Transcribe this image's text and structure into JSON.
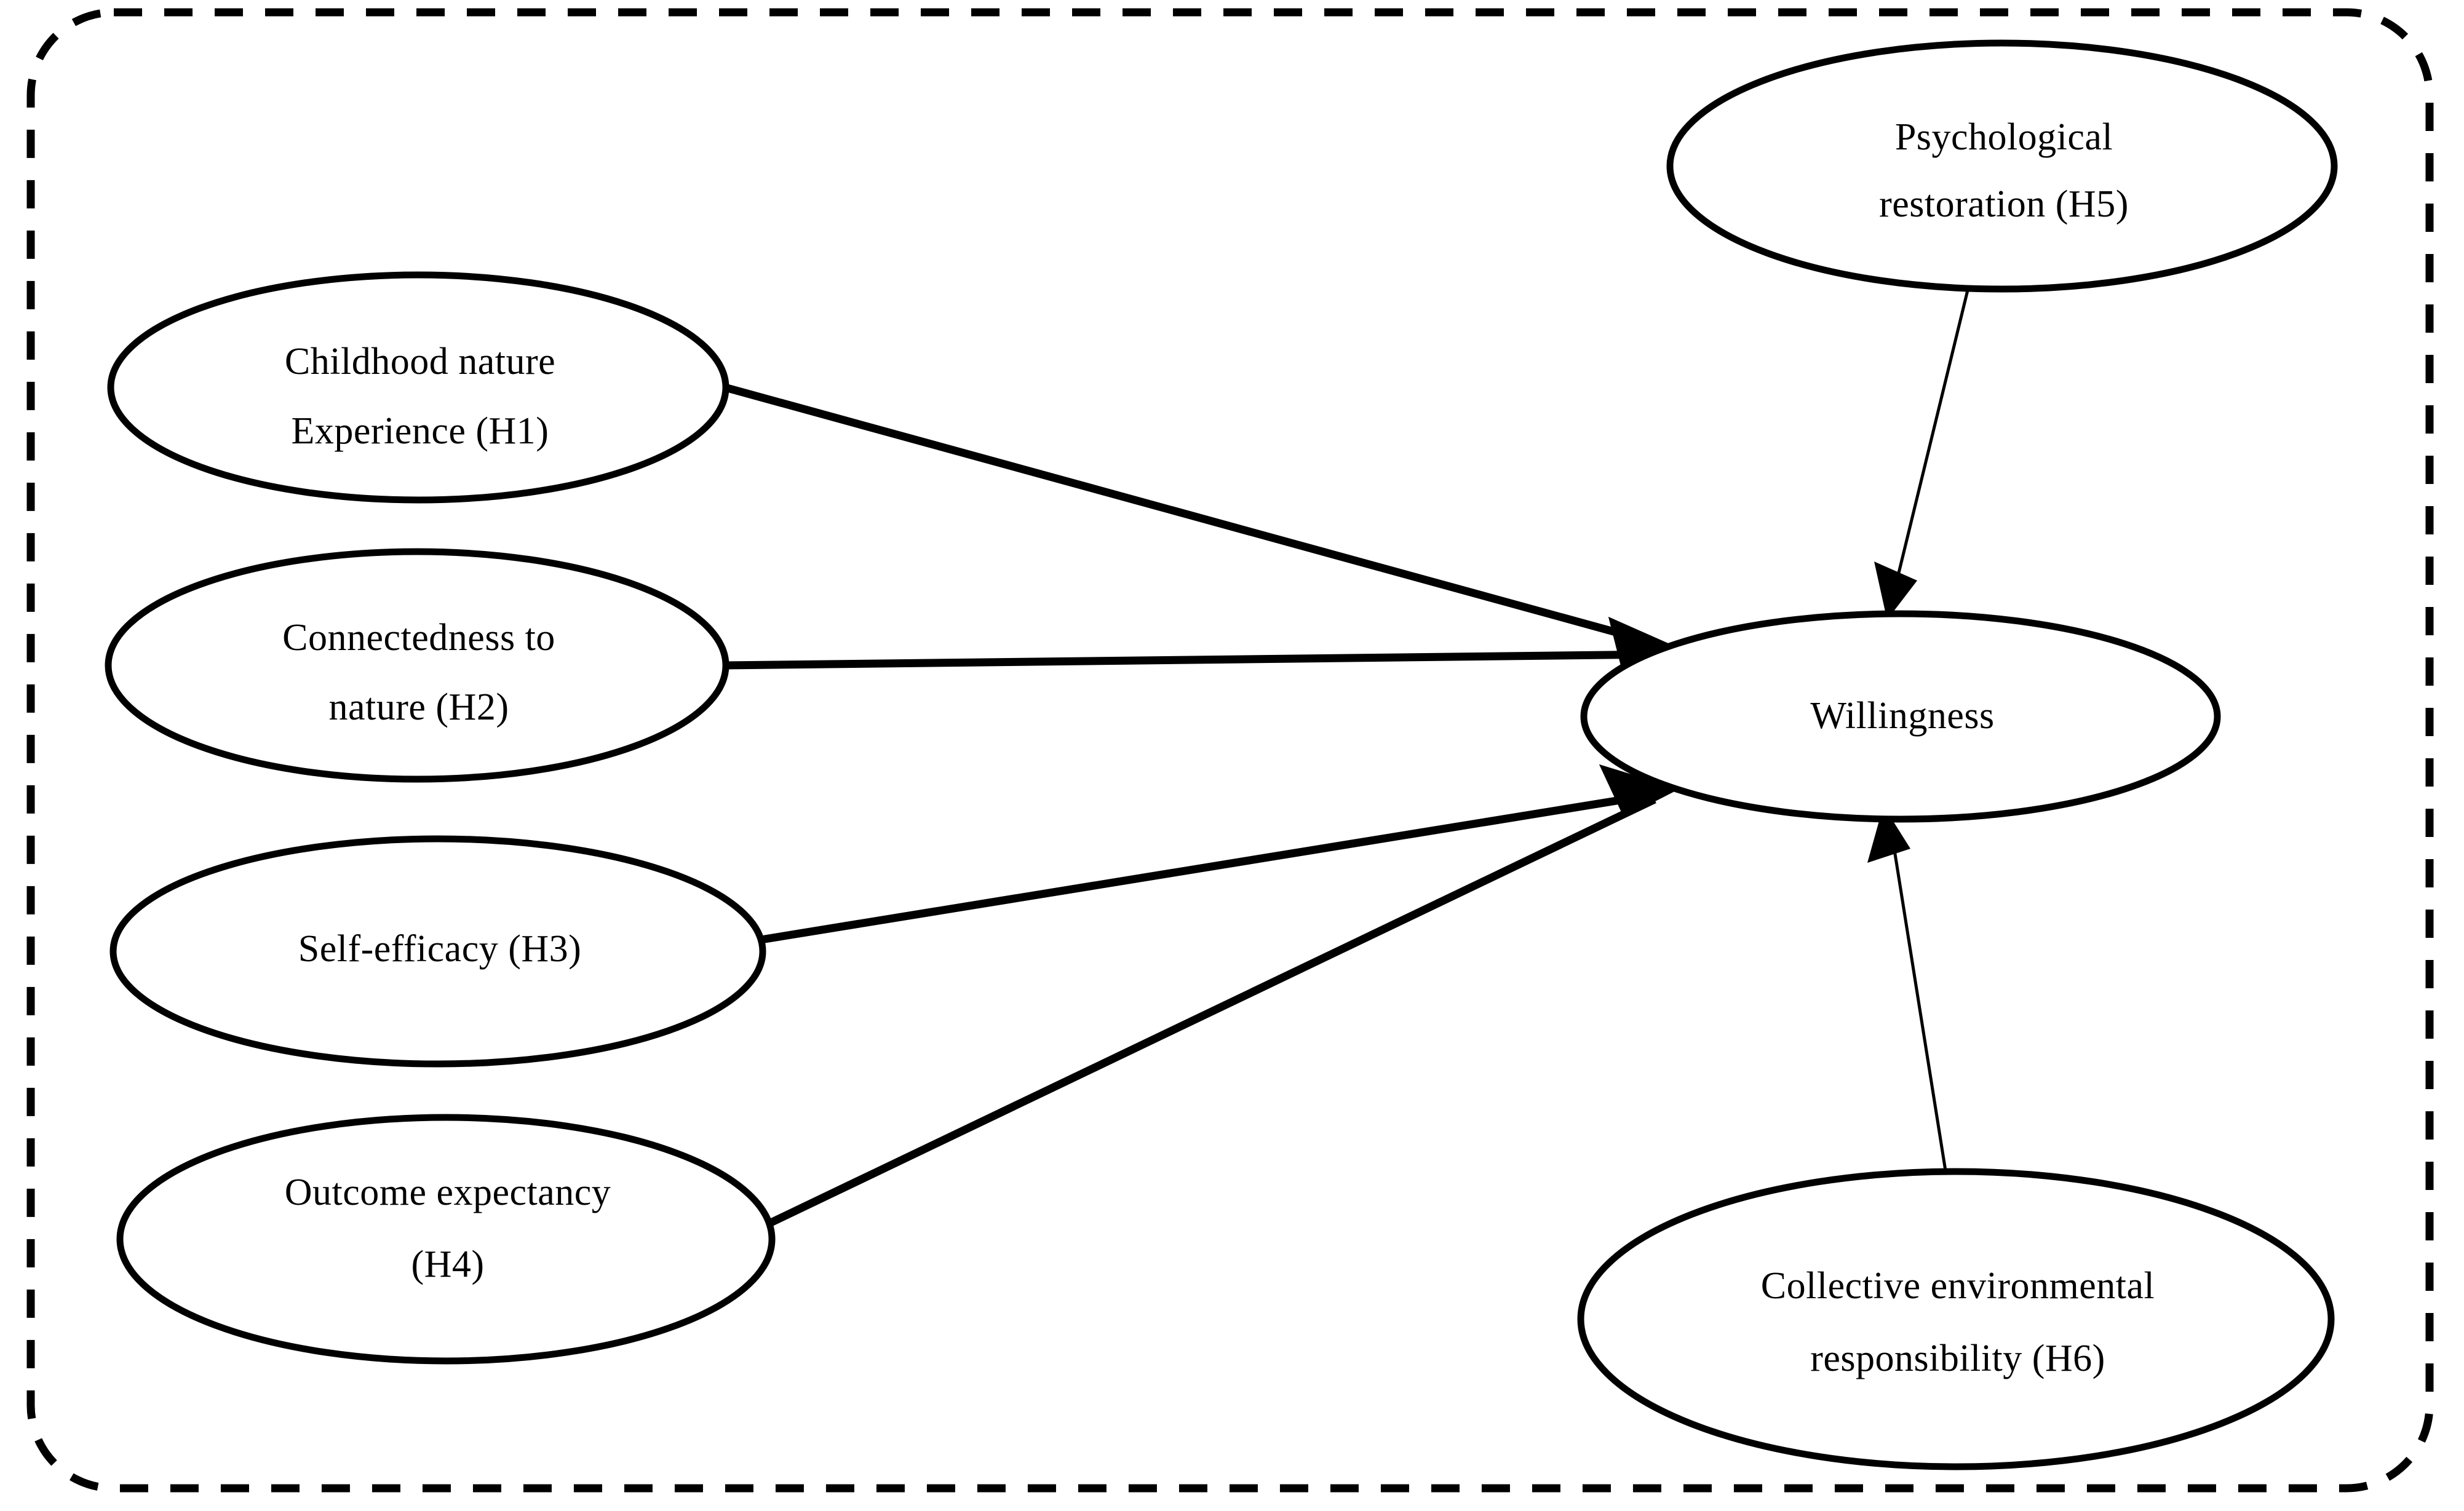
{
  "diagram": {
    "type": "conceptual-path-model",
    "boundary": {
      "style": "dashed",
      "color": "#000000"
    },
    "colors": {
      "stroke": "#000000",
      "fill": "#ffffff",
      "background": "#ffffff"
    },
    "nodes": [
      {
        "id": "h1",
        "lines": [
          "Childhood nature",
          "Experience (H1)"
        ],
        "line1": "Childhood nature",
        "line2": "Experience (H1)",
        "hypothesis": "H1",
        "role": "predictor"
      },
      {
        "id": "h2",
        "lines": [
          "Connectedness to",
          "nature (H2)"
        ],
        "line1": "Connectedness to",
        "line2": "nature (H2)",
        "hypothesis": "H2",
        "role": "predictor"
      },
      {
        "id": "h3",
        "lines": [
          "Self-efficacy (H3)"
        ],
        "line1": "Self-efficacy (H3)",
        "line2": "",
        "hypothesis": "H3",
        "role": "predictor"
      },
      {
        "id": "h4",
        "lines": [
          "Outcome expectancy",
          "(H4)"
        ],
        "line1": "Outcome expectancy",
        "line2": "(H4)",
        "hypothesis": "H4",
        "role": "predictor"
      },
      {
        "id": "h5",
        "lines": [
          "Psychological",
          "restoration (H5)"
        ],
        "line1": "Psychological",
        "line2": "restoration (H5)",
        "hypothesis": "H5",
        "role": "predictor"
      },
      {
        "id": "h6",
        "lines": [
          "Collective environmental",
          "responsibility (H6)"
        ],
        "line1": "Collective environmental",
        "line2": "responsibility (H6)",
        "hypothesis": "H6",
        "role": "predictor"
      },
      {
        "id": "willingness",
        "lines": [
          "Willingness"
        ],
        "line1": "Willingness",
        "line2": "",
        "hypothesis": "",
        "role": "outcome"
      }
    ],
    "edges": [
      {
        "id": "e1",
        "from": "h1",
        "to": "willingness",
        "hypothesis": "H1",
        "weight": "thick",
        "arrow": "single"
      },
      {
        "id": "e2",
        "from": "h2",
        "to": "willingness",
        "hypothesis": "H2",
        "weight": "thick",
        "arrow": "single"
      },
      {
        "id": "e3",
        "from": "h3",
        "to": "willingness",
        "hypothesis": "H3",
        "weight": "thick",
        "arrow": "single"
      },
      {
        "id": "e4",
        "from": "h4",
        "to": "willingness",
        "hypothesis": "H4",
        "weight": "thick",
        "arrow": "single"
      },
      {
        "id": "e5",
        "from": "h5",
        "to": "willingness",
        "hypothesis": "H5",
        "weight": "thin",
        "arrow": "single"
      },
      {
        "id": "e6",
        "from": "h6",
        "to": "willingness",
        "hypothesis": "H6",
        "weight": "thin",
        "arrow": "single"
      }
    ]
  }
}
